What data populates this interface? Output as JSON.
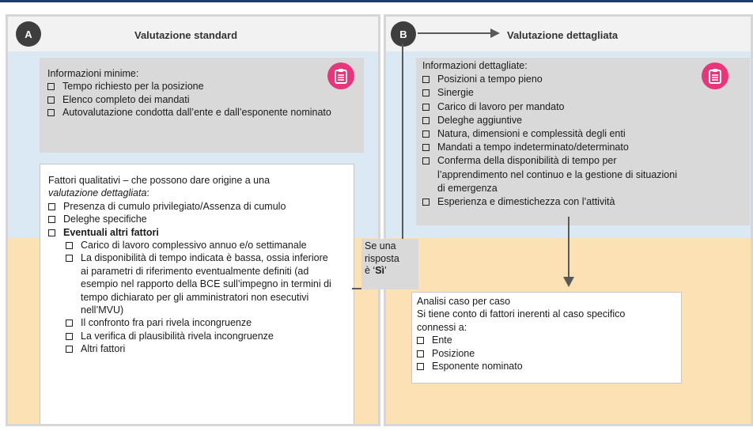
{
  "panel_a": {
    "badge": "A",
    "title": "Valutazione standard",
    "min_info": {
      "heading": "Informazioni minime:",
      "items": [
        "Tempo richiesto per la posizione",
        "Elenco completo dei mandati",
        "Autovalutazione condotta dall’ente e dall’esponente nominato"
      ]
    },
    "qual": {
      "intro_line1": "Fattori qualitativi – che possono dare origine a una",
      "intro_italic": "valutazione dettagliata",
      "intro_colon": ":",
      "items": [
        "Presenza di cumulo privilegiato/Assenza di cumulo",
        "Deleghe specifiche"
      ],
      "other_heading": "Eventuali altri fattori",
      "sub_items": [
        "Carico di lavoro complessivo annuo e/o settimanale",
        "La disponibilità di tempo indicata è bassa, ossia inferiore ai parametri di riferimento eventualmente definiti (ad esempio nel rapporto della BCE sull’impegno in termini di tempo dichiarato per gli amministratori non esecutivi nell’MVU)",
        "Il confronto fra pari rivela incongruenze",
        "La verifica di plausibilità rivela incongruenze",
        "Altri fattori"
      ]
    }
  },
  "panel_b": {
    "badge": "B",
    "title": "Valutazione dettagliata",
    "detail_info": {
      "heading": "Informazioni dettagliate:",
      "items": [
        "Posizioni a tempo pieno",
        "Sinergie",
        "Carico di lavoro per mandato",
        "Deleghe aggiuntive",
        "Natura, dimensioni e complessità degli enti",
        "Mandati a tempo indeterminato/determinato",
        "Conferma della disponibilità di tempo per l’apprendimento nel continuo e la gestione di situazioni di emergenza",
        "Esperienza e dimestichezza con l’attività"
      ]
    },
    "case": {
      "heading": "Analisi caso per caso",
      "intro": "Si tiene conto di fattori inerenti al caso specifico connessi a:",
      "items": [
        "Ente",
        "Posizione",
        "Esponente nominato"
      ]
    }
  },
  "condition": {
    "line1": "Se una",
    "line2": "risposta",
    "line3_pre": "è ‘",
    "line3_bold": "Sì",
    "line3_post": "’"
  },
  "colors": {
    "head_band": "#f2f2f2",
    "blue_band": "#dbe9f4",
    "orange_band": "#fbe1b3",
    "grey_box": "#d9d9d9",
    "icon_pink": "#e8357b",
    "badge_dark": "#3e3e3e",
    "arrow": "#595959"
  },
  "icons": [
    "clipboard-icon",
    "checkbox-icon"
  ]
}
